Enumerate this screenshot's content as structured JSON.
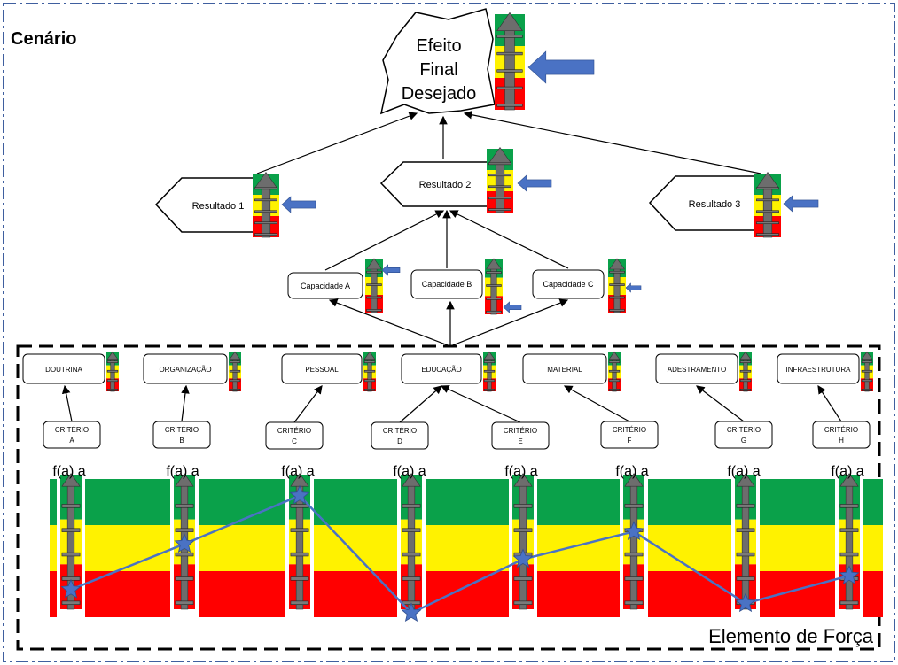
{
  "scenario": {
    "title": "Cenário"
  },
  "goal": {
    "lines": [
      "Efeito",
      "Final",
      "Desejado"
    ]
  },
  "results": [
    {
      "label": "Resultado 1"
    },
    {
      "label": "Resultado 2"
    },
    {
      "label": "Resultado 3"
    }
  ],
  "capabilities": [
    {
      "label": "Capacidade A"
    },
    {
      "label": "Capacidade B"
    },
    {
      "label": "Capacidade C"
    }
  ],
  "doctrine_factors": [
    {
      "label": "DOUTRINA"
    },
    {
      "label": "ORGANIZAÇÃO"
    },
    {
      "label": "PESSOAL"
    },
    {
      "label": "EDUCAÇÃO"
    },
    {
      "label": "MATERIAL"
    },
    {
      "label": "ADESTRAMENTO"
    },
    {
      "label": "INFRAESTRUTURA"
    }
  ],
  "criteria": [
    {
      "line1": "CRITÉRIO",
      "line2": "A",
      "value": 0.2
    },
    {
      "line1": "CRITÉRIO",
      "line2": "B",
      "value": 0.53
    },
    {
      "line1": "CRITÉRIO",
      "line2": "C",
      "value": 0.88
    },
    {
      "line1": "CRITÉRIO",
      "line2": "D",
      "value": 0.03
    },
    {
      "line1": "CRITÉRIO",
      "line2": "E",
      "value": 0.42
    },
    {
      "line1": "CRITÉRIO",
      "line2": "F",
      "value": 0.62
    },
    {
      "line1": "CRITÉRIO",
      "line2": "G",
      "value": 0.1
    },
    {
      "line1": "CRITÉRIO",
      "line2": "H",
      "value": 0.3
    }
  ],
  "function_label": "f(a)  a",
  "force_element": {
    "label": "Elemento de Força"
  },
  "colors": {
    "green": "#0aa14a",
    "yellow": "#fff200",
    "red": "#ff0000",
    "arrow_blue": "#4a72c4",
    "line_blue": "#4a72c4",
    "frame_blue": "#3f5f9f",
    "gauge_gray": "#6d6d6d"
  }
}
